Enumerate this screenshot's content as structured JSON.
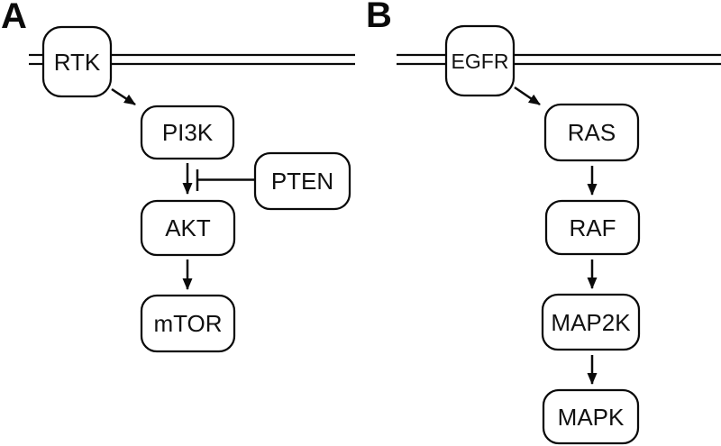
{
  "figure": {
    "background_color": "#ffffff",
    "line_color": "#0a0a0a",
    "membrane_style": "double-line",
    "panels": [
      {
        "label": "A",
        "receptor": "RTK",
        "cascade": [
          "PI3K",
          "AKT",
          "mTOR"
        ],
        "inhibitor": "PTEN",
        "edges": [
          {
            "from": "RTK",
            "to": "PI3K",
            "type": "activation"
          },
          {
            "from": "PI3K",
            "to": "AKT",
            "type": "activation"
          },
          {
            "from": "PTEN",
            "to": "PI3K-AKT link",
            "type": "inhibition"
          },
          {
            "from": "AKT",
            "to": "mTOR",
            "type": "activation"
          }
        ]
      },
      {
        "label": "B",
        "receptor": "EGFR",
        "cascade": [
          "RAS",
          "RAF",
          "MAP2K",
          "MAPK"
        ],
        "inhibitor": "",
        "edges": [
          {
            "from": "EGFR",
            "to": "RAS",
            "type": "activation"
          },
          {
            "from": "RAS",
            "to": "RAF",
            "type": "activation"
          },
          {
            "from": "RAF",
            "to": "MAP2K",
            "type": "activation"
          },
          {
            "from": "MAP2K",
            "to": "MAPK",
            "type": "activation"
          }
        ]
      }
    ]
  }
}
